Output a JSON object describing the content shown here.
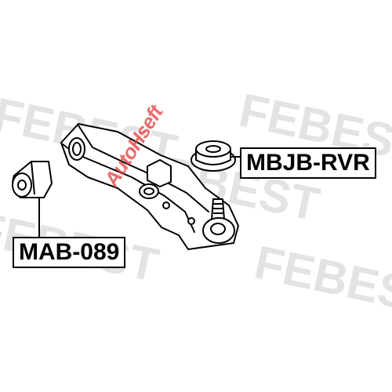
{
  "labels": {
    "upper_part": "MBJB-RVR",
    "left_part": "MAB-089"
  },
  "background_brand": "FEBEST",
  "watermark_brand": "AutoHseft",
  "colors": {
    "line": "#000000",
    "background_brand": "#e3e3e3",
    "watermark": "#e23b3b"
  }
}
